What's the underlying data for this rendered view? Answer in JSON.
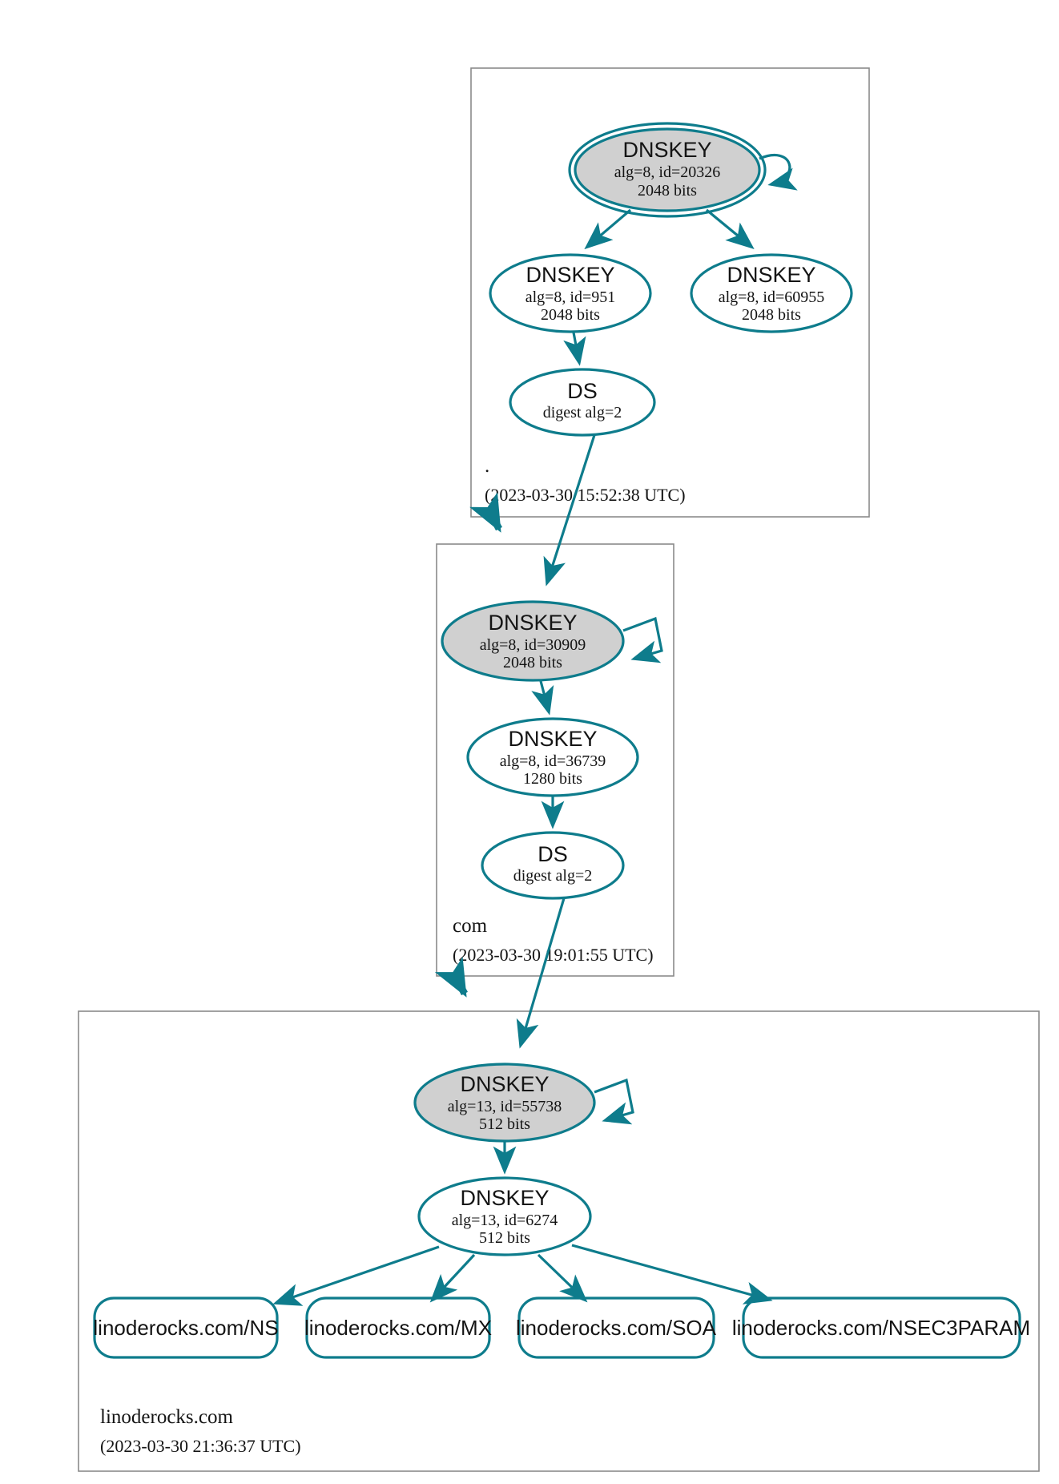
{
  "diagram": {
    "title": "DNSSEC authentication chain",
    "colors": {
      "accent": "#0e7c8c",
      "secure_fill": "#d0d0d0",
      "plain_fill": "#ffffff",
      "zone_border": "#8a8a8a",
      "text": "#141414"
    }
  },
  "zones": [
    {
      "id": "root",
      "label": ".",
      "timestamp": "(2023-03-30 15:52:38 UTC)",
      "nodes": [
        {
          "id": "root-ksk",
          "type": "DNSKEY",
          "title": "DNSKEY",
          "detail": "alg=8, id=20326",
          "size": "2048 bits",
          "alg": 8,
          "key_id": 20326,
          "bits": 2048,
          "trust_anchor": true,
          "shaded": true,
          "self_signed": true
        },
        {
          "id": "root-zsk1",
          "type": "DNSKEY",
          "title": "DNSKEY",
          "detail": "alg=8, id=951",
          "size": "2048 bits",
          "alg": 8,
          "key_id": 951,
          "bits": 2048,
          "trust_anchor": false,
          "shaded": false,
          "self_signed": false
        },
        {
          "id": "root-zsk2",
          "type": "DNSKEY",
          "title": "DNSKEY",
          "detail": "alg=8, id=60955",
          "size": "2048 bits",
          "alg": 8,
          "key_id": 60955,
          "bits": 2048,
          "trust_anchor": false,
          "shaded": false,
          "self_signed": false
        },
        {
          "id": "root-ds",
          "type": "DS",
          "title": "DS",
          "detail": "digest alg=2",
          "size": "",
          "digest_alg": 2,
          "shaded": false
        }
      ]
    },
    {
      "id": "com",
      "label": "com",
      "timestamp": "(2023-03-30 19:01:55 UTC)",
      "nodes": [
        {
          "id": "com-ksk",
          "type": "DNSKEY",
          "title": "DNSKEY",
          "detail": "alg=8, id=30909",
          "size": "2048 bits",
          "alg": 8,
          "key_id": 30909,
          "bits": 2048,
          "trust_anchor": false,
          "shaded": true,
          "self_signed": true
        },
        {
          "id": "com-zsk",
          "type": "DNSKEY",
          "title": "DNSKEY",
          "detail": "alg=8, id=36739",
          "size": "1280 bits",
          "alg": 8,
          "key_id": 36739,
          "bits": 1280,
          "trust_anchor": false,
          "shaded": false,
          "self_signed": false
        },
        {
          "id": "com-ds",
          "type": "DS",
          "title": "DS",
          "detail": "digest alg=2",
          "size": "",
          "digest_alg": 2,
          "shaded": false
        }
      ]
    },
    {
      "id": "linoderocks",
      "label": "linoderocks.com",
      "timestamp": "(2023-03-30 21:36:37 UTC)",
      "nodes": [
        {
          "id": "lr-ksk",
          "type": "DNSKEY",
          "title": "DNSKEY",
          "detail": "alg=13, id=55738",
          "size": "512 bits",
          "alg": 13,
          "key_id": 55738,
          "bits": 512,
          "trust_anchor": false,
          "shaded": true,
          "self_signed": true
        },
        {
          "id": "lr-zsk",
          "type": "DNSKEY",
          "title": "DNSKEY",
          "detail": "alg=13, id=6274",
          "size": "512 bits",
          "alg": 13,
          "key_id": 6274,
          "bits": 512,
          "trust_anchor": false,
          "shaded": false,
          "self_signed": false
        }
      ],
      "rrsets": [
        {
          "id": "rr-ns",
          "label": "linoderocks.com/NS"
        },
        {
          "id": "rr-mx",
          "label": "linoderocks.com/MX"
        },
        {
          "id": "rr-soa",
          "label": "linoderocks.com/SOA"
        },
        {
          "id": "rr-nsec3param",
          "label": "linoderocks.com/NSEC3PARAM"
        }
      ]
    }
  ]
}
